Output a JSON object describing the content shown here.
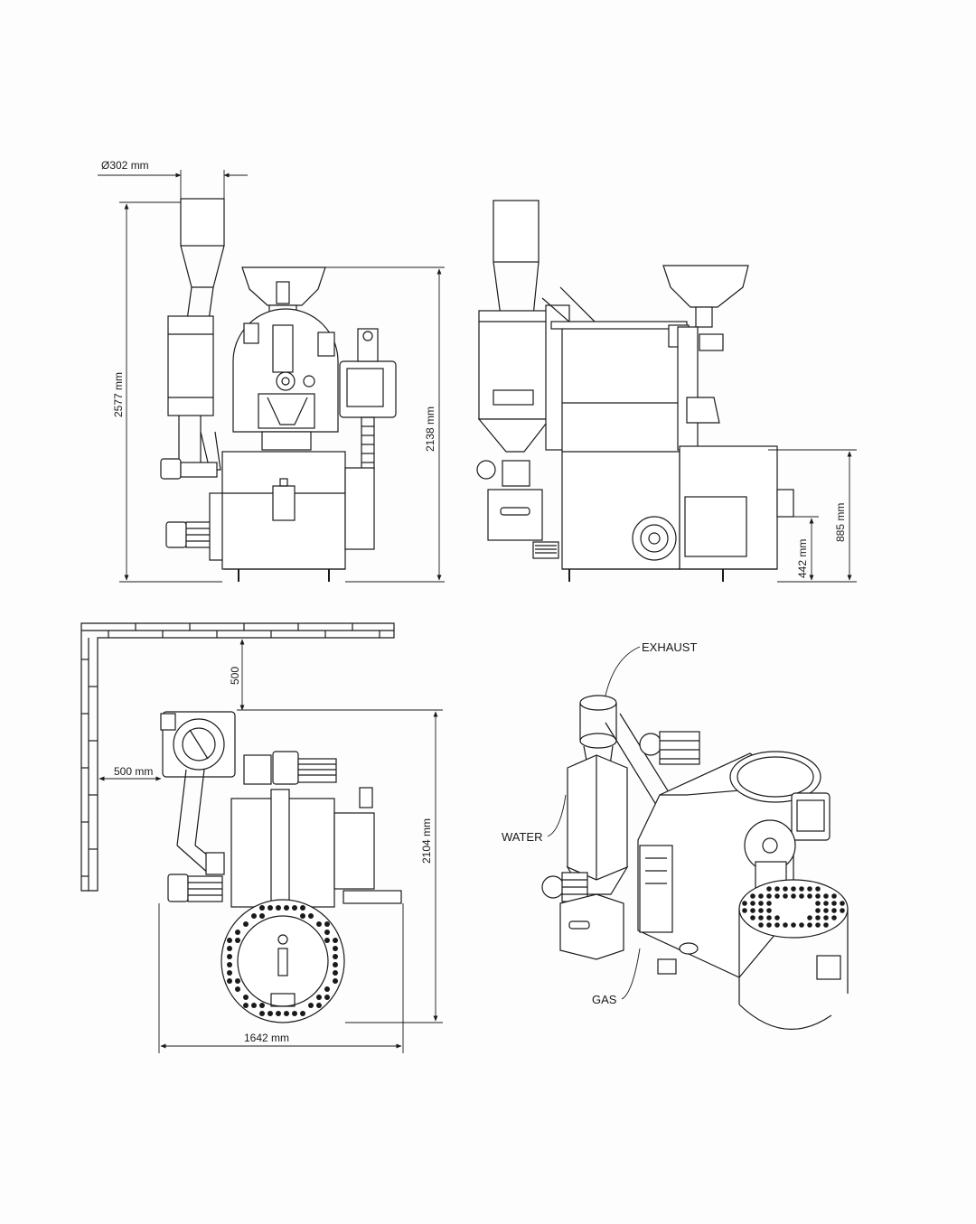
{
  "dimensions": {
    "chimney_diameter": "Ø302 mm",
    "front_height": "2577 mm",
    "side_height": "2138 mm",
    "side_height_885": "885 mm",
    "side_height_442": "442 mm",
    "clearance_top": "500",
    "clearance_left": "500 mm",
    "plan_depth": "2104 mm",
    "plan_width": "1642 mm"
  },
  "labels": {
    "exhaust": "EXHAUST",
    "water": "WATER",
    "gas": "GAS"
  },
  "colors": {
    "line": "#1a1a1a",
    "background": "#fdfdfd"
  }
}
